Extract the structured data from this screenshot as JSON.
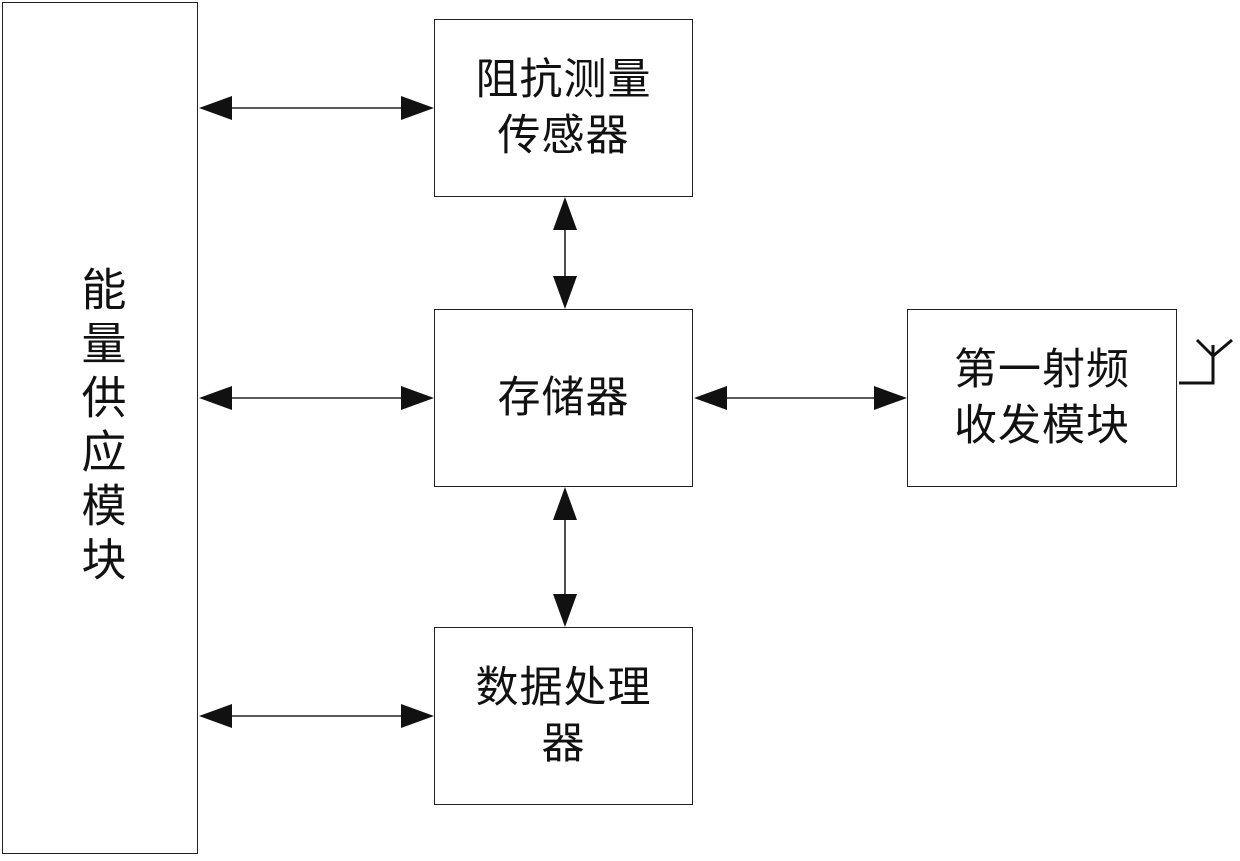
{
  "diagram": {
    "blocks": {
      "energy_supply": {
        "label": "能量供应模块"
      },
      "impedance_sensor": {
        "label_line1": "阻抗测量",
        "label_line2": "传感器"
      },
      "memory": {
        "label": "存储器"
      },
      "data_processor": {
        "label_line1": "数据处理",
        "label_line2": "器"
      },
      "rf_transceiver": {
        "label_line1": "第一射频",
        "label_line2": "收发模块"
      }
    },
    "connections": [
      {
        "from": "energy_supply",
        "to": "impedance_sensor",
        "type": "bidirectional-arrow"
      },
      {
        "from": "energy_supply",
        "to": "memory",
        "type": "bidirectional-arrow"
      },
      {
        "from": "energy_supply",
        "to": "data_processor",
        "type": "bidirectional-arrow"
      },
      {
        "from": "impedance_sensor",
        "to": "memory",
        "type": "bidirectional-arrow"
      },
      {
        "from": "memory",
        "to": "data_processor",
        "type": "bidirectional-arrow"
      },
      {
        "from": "memory",
        "to": "rf_transceiver",
        "type": "bidirectional-arrow"
      }
    ],
    "icons": {
      "antenna": "antenna-icon"
    },
    "colors": {
      "line": "#222222",
      "background": "#ffffff",
      "text": "#111111"
    }
  }
}
